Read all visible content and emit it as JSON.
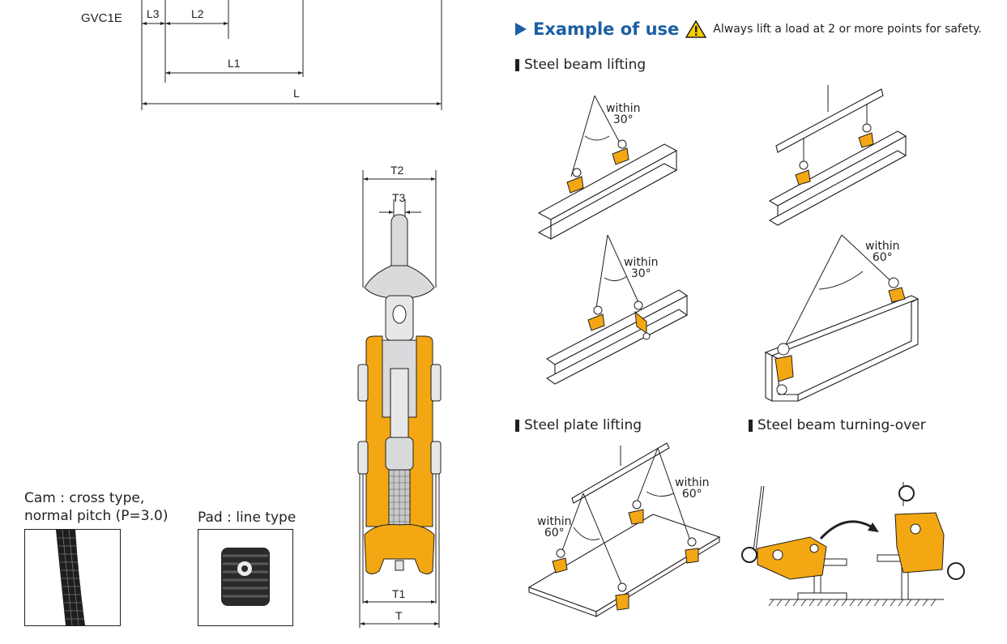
{
  "model_label": "GVC1E",
  "dimensions": {
    "L3": "L3",
    "L2": "L2",
    "L1": "L1",
    "L": "L",
    "T2": "T2",
    "T3": "T3",
    "T1": "T1",
    "T": "T"
  },
  "example": {
    "title": "Example of use",
    "warning": "Always lift a load at 2 or more points for safety."
  },
  "sections": {
    "steel_beam_lifting": "Steel beam lifting",
    "steel_plate_lifting": "Steel plate lifting",
    "steel_beam_turning": "Steel beam turning-over"
  },
  "angles": {
    "a1": {
      "within": "within",
      "deg": "30°"
    },
    "a2": {
      "within": "within",
      "deg": "30°"
    },
    "a3": {
      "within": "within",
      "deg": "60°"
    },
    "a4": {
      "within": "within",
      "deg": "60°"
    },
    "a5": {
      "within": "within",
      "deg": "60°"
    }
  },
  "cam": {
    "line1": "Cam : cross type,",
    "line2": "normal pitch (P=3.0)"
  },
  "pad": {
    "label": "Pad : line type"
  },
  "colors": {
    "title_blue": "#1b5fa3",
    "clamp_orange": "#f3a712",
    "warning_yellow": "#f5d000"
  }
}
